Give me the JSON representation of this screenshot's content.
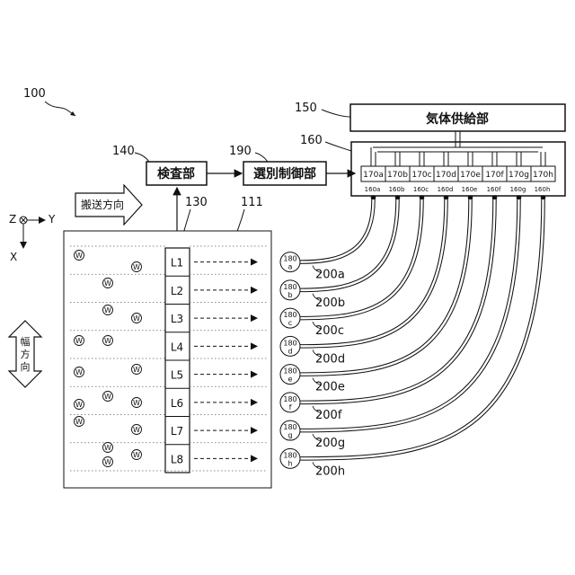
{
  "figure_ref": "100",
  "blocks": {
    "gas_supply": {
      "ref": "150",
      "label": "気体供給部"
    },
    "manifold_ref": "160",
    "inspection": {
      "ref": "140",
      "label": "検査部"
    },
    "selection": {
      "ref": "190",
      "label": "選別制御部"
    }
  },
  "conveyor": {
    "transport_label": "搬送方向",
    "width_label": "幅方向",
    "sensor_ref": "130",
    "belt_ref": "111"
  },
  "axes": {
    "z": "Z",
    "y": "Y",
    "x": "X"
  },
  "lanes": [
    "L1",
    "L2",
    "L3",
    "L4",
    "L5",
    "L6",
    "L7",
    "L8"
  ],
  "valves": [
    "170a",
    "170b",
    "170c",
    "170d",
    "170e",
    "170f",
    "170g",
    "170h"
  ],
  "valve_tags": [
    "160a",
    "160b",
    "160c",
    "160d",
    "160e",
    "160f",
    "160g",
    "160h"
  ],
  "nozzles": [
    {
      "top": "180",
      "bottom": "a"
    },
    {
      "top": "180",
      "bottom": "b"
    },
    {
      "top": "180",
      "bottom": "c"
    },
    {
      "top": "180",
      "bottom": "d"
    },
    {
      "top": "180",
      "bottom": "e"
    },
    {
      "top": "180",
      "bottom": "f"
    },
    {
      "top": "180",
      "bottom": "g"
    },
    {
      "top": "180",
      "bottom": "h"
    }
  ],
  "hoses": [
    "200a",
    "200b",
    "200c",
    "200d",
    "200e",
    "200f",
    "200g",
    "200h"
  ],
  "workpiece_mark": "W"
}
